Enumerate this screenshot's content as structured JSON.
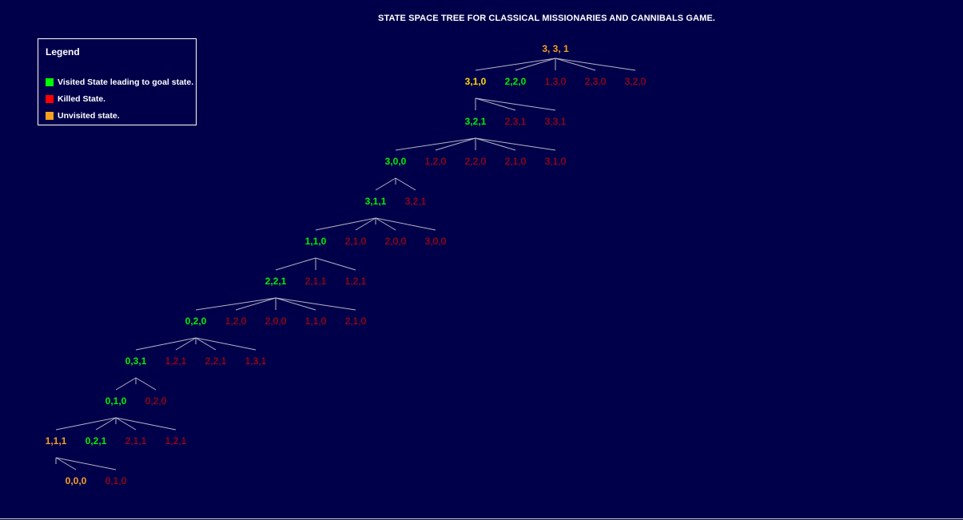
{
  "title": "STATE SPACE TREE FOR CLASSICAL MISSIONARIES AND CANNIBALS GAME.",
  "legend": {
    "title": "Legend",
    "items": [
      {
        "label": "Visited State leading to goal state.",
        "color": "#00ff00"
      },
      {
        "label": "Killed State.",
        "color": "#ff0000"
      },
      {
        "label": "Unvisited state.",
        "color": "#f5a020"
      }
    ]
  },
  "colors": {
    "background": "#00004a",
    "visited": "#00ee00",
    "killed": "#cc0000",
    "unvisited": "#f5a020",
    "root": "#f5a020",
    "current": "#ffd700",
    "edge": "#b4b4c8"
  },
  "root": "3, 3, 1",
  "levels": [
    [
      {
        "label": "3,1,0",
        "status": "current"
      },
      {
        "label": "2,2,0",
        "status": "visited"
      },
      {
        "label": "1,3,0",
        "status": "killed"
      },
      {
        "label": "2,3,0",
        "status": "killed"
      },
      {
        "label": "3,2,0",
        "status": "killed"
      }
    ],
    [
      {
        "label": "3,2,1",
        "status": "visited"
      },
      {
        "label": "2,3,1",
        "status": "killed"
      },
      {
        "label": "3,3,1",
        "status": "killed"
      }
    ],
    [
      {
        "label": "3,0,0",
        "status": "visited"
      },
      {
        "label": "1,2,0",
        "status": "killed"
      },
      {
        "label": "2,2,0",
        "status": "killed"
      },
      {
        "label": "2,1,0",
        "status": "killed"
      },
      {
        "label": "3,1,0",
        "status": "killed"
      }
    ],
    [
      {
        "label": "3,1,1",
        "status": "visited"
      },
      {
        "label": "3,2,1",
        "status": "killed"
      }
    ],
    [
      {
        "label": "1,1,0",
        "status": "visited"
      },
      {
        "label": "2,1,0",
        "status": "killed"
      },
      {
        "label": "2,0,0",
        "status": "killed"
      },
      {
        "label": "3,0,0",
        "status": "killed"
      }
    ],
    [
      {
        "label": "2,2,1",
        "status": "visited"
      },
      {
        "label": "2,1,1",
        "status": "killed"
      },
      {
        "label": "1,2,1",
        "status": "killed"
      }
    ],
    [
      {
        "label": "0,2,0",
        "status": "visited"
      },
      {
        "label": "1,2,0",
        "status": "killed"
      },
      {
        "label": "2,0,0",
        "status": "killed"
      },
      {
        "label": "1,1,0",
        "status": "killed"
      },
      {
        "label": "2,1,0",
        "status": "killed"
      }
    ],
    [
      {
        "label": "0,3,1",
        "status": "visited"
      },
      {
        "label": "1,2,1",
        "status": "killed"
      },
      {
        "label": "2,2,1",
        "status": "killed"
      },
      {
        "label": "1,3,1",
        "status": "killed"
      }
    ],
    [
      {
        "label": "0,1,0",
        "status": "visited"
      },
      {
        "label": "0,2,0",
        "status": "killed"
      }
    ],
    [
      {
        "label": "1,1,1",
        "status": "unvisited"
      },
      {
        "label": "0,2,1",
        "status": "visited"
      },
      {
        "label": "2,1,1",
        "status": "killed"
      },
      {
        "label": "1,2,1",
        "status": "killed"
      }
    ],
    [
      {
        "label": "0,0,0",
        "status": "unvisited"
      },
      {
        "label": "0,1,0",
        "status": "killed"
      }
    ]
  ]
}
